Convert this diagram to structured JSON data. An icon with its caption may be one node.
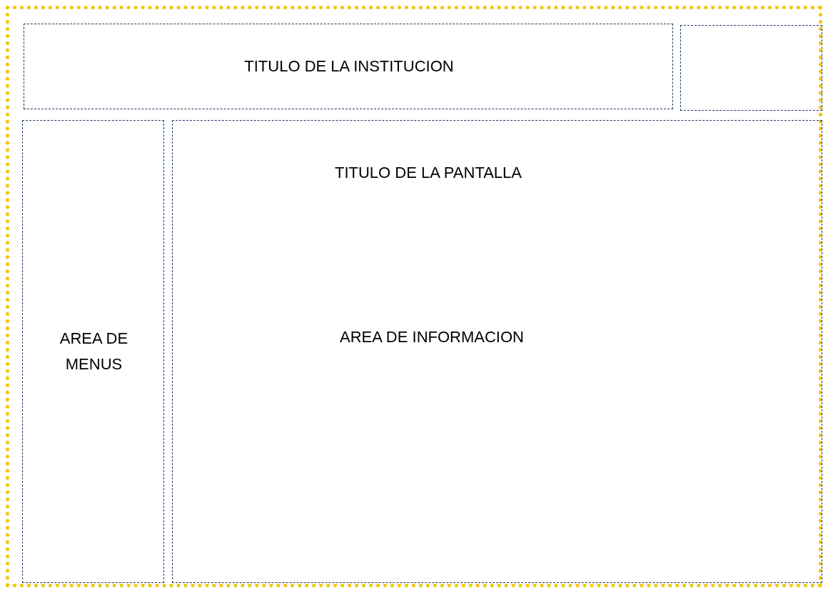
{
  "diagram": {
    "nodes": [
      {
        "text": [],
        "shape": "box"
      },
      {
        "text": [
          "TITULO DE LA INSTITUCION"
        ],
        "in": 0
      },
      {
        "text": [],
        "shape": "box",
        "in": 0
      },
      {
        "text": [
          "AREA DE MENUS"
        ],
        "in": 0
      },
      {
        "text": [
          "TITULO DE LA PANTALLA",
          "AREA DE INFORMACION"
        ],
        "in": 0
      }
    ]
  }
}
